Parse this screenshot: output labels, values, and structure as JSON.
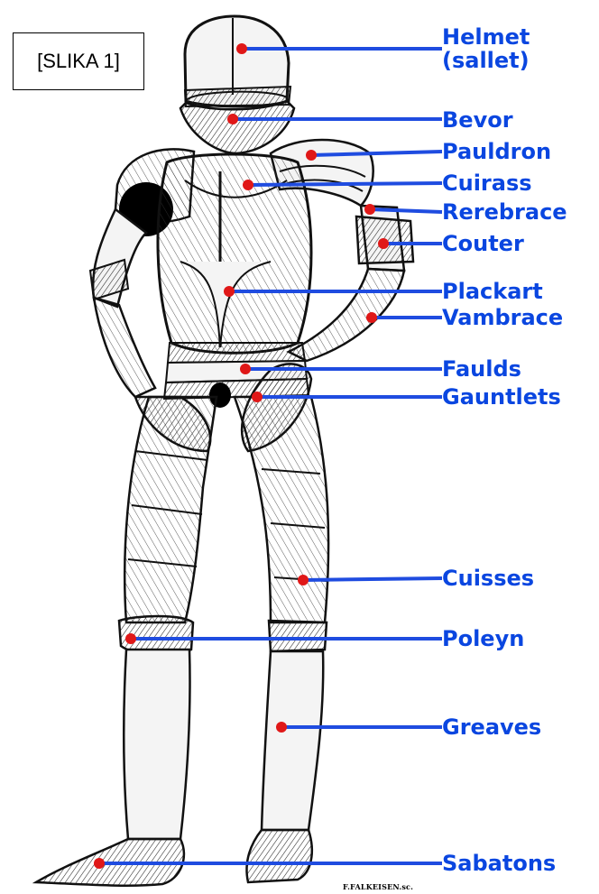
{
  "figure_label": "[SLIKA 1]",
  "signature": "F.FALKEISEN.sc.",
  "colors": {
    "leader_line": "#1f4ce0",
    "marker_dot": "#e01818",
    "label_text": "#0a46e0",
    "armor_fill": "#f4f4f4",
    "armor_stroke": "#111111"
  },
  "callouts": [
    {
      "id": "helmet",
      "lines": [
        "Helmet",
        "(sallet)"
      ]
    },
    {
      "id": "bevor",
      "lines": [
        "Bevor"
      ]
    },
    {
      "id": "pauldron",
      "lines": [
        "Pauldron"
      ]
    },
    {
      "id": "cuirass",
      "lines": [
        "Cuirass"
      ]
    },
    {
      "id": "rerebrace",
      "lines": [
        "Rerebrace"
      ]
    },
    {
      "id": "couter",
      "lines": [
        "Couter"
      ]
    },
    {
      "id": "plackart",
      "lines": [
        "Plackart"
      ]
    },
    {
      "id": "vambrace",
      "lines": [
        "Vambrace"
      ]
    },
    {
      "id": "faulds",
      "lines": [
        "Faulds"
      ]
    },
    {
      "id": "gauntlets",
      "lines": [
        "Gauntlets"
      ]
    },
    {
      "id": "cuisses",
      "lines": [
        "Cuisses"
      ]
    },
    {
      "id": "poleyn",
      "lines": [
        "Poleyn"
      ]
    },
    {
      "id": "greaves",
      "lines": [
        "Greaves"
      ]
    },
    {
      "id": "sabatons",
      "lines": [
        "Sabatons"
      ]
    }
  ]
}
